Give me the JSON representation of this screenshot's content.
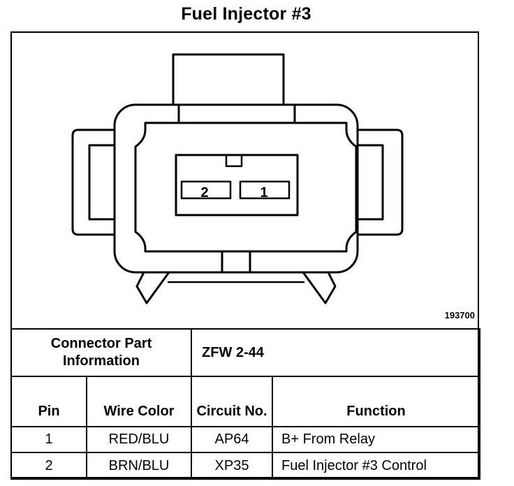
{
  "title": "Fuel Injector #3",
  "figure_number": "193700",
  "connector": {
    "pins": [
      "2",
      "1"
    ]
  },
  "part_info": {
    "label": "Connector Part Information",
    "value": "ZFW 2-44"
  },
  "columns": {
    "pin": "Pin",
    "wire_color": "Wire Color",
    "circuit": "Circuit No.",
    "function": "Function"
  },
  "rows": [
    {
      "pin": "1",
      "wire_color": "RED/BLU",
      "circuit": "AP64",
      "function": "B+ From Relay"
    },
    {
      "pin": "2",
      "wire_color": "BRN/BLU",
      "circuit": "XP35",
      "function": "Fuel Injector #3 Control"
    }
  ]
}
